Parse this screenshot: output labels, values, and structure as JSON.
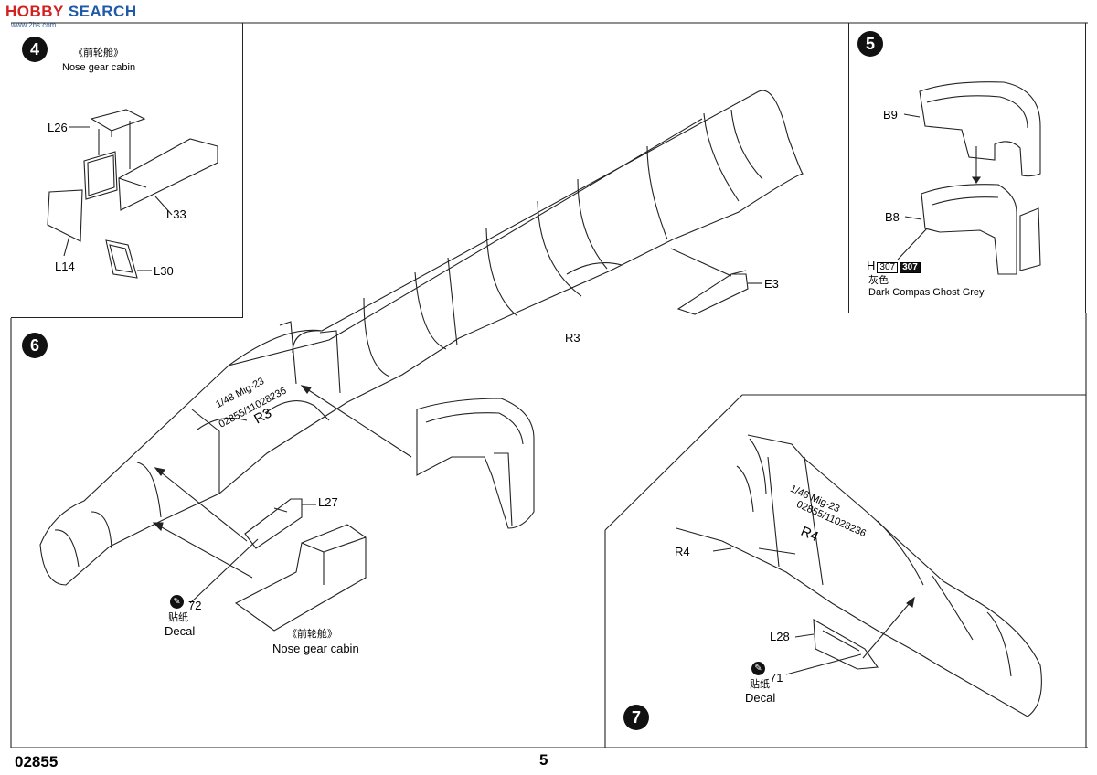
{
  "watermark": {
    "part1": "HOBBY",
    "part2": " SEARCH",
    "sub": "www.2hs.com"
  },
  "step4": {
    "number": "4",
    "caption_cn": "《前轮舱》",
    "caption_en": "Nose gear cabin",
    "parts": [
      "L26",
      "L33",
      "L14",
      "L30"
    ]
  },
  "step5": {
    "number": "5",
    "parts": [
      "B9",
      "B8"
    ],
    "paint_prefix": "H",
    "paint_code_light": "307",
    "paint_code_dark": "307",
    "color_cn": "灰色",
    "color_en": "Dark Compas Ghost Grey"
  },
  "step6": {
    "number": "6",
    "parts": [
      "E3",
      "R3",
      "L27"
    ],
    "decal_number": "72",
    "decal_cn": "贴纸",
    "decal_en": "Decal",
    "caption_cn": "《前轮舱》",
    "caption_en": "Nose gear cabin",
    "fuselage_markings": [
      "1/48  Mig-23",
      "02855/11028236",
      "R3"
    ]
  },
  "step7": {
    "number": "7",
    "parts": [
      "R4",
      "L28"
    ],
    "decal_number": "71",
    "decal_cn": "贴纸",
    "decal_en": "Decal",
    "fuselage_markings": [
      "1/48  Mig-23",
      "02855/11028236",
      "R4"
    ]
  },
  "footer": {
    "kit_number": "02855",
    "page_number": "5"
  }
}
